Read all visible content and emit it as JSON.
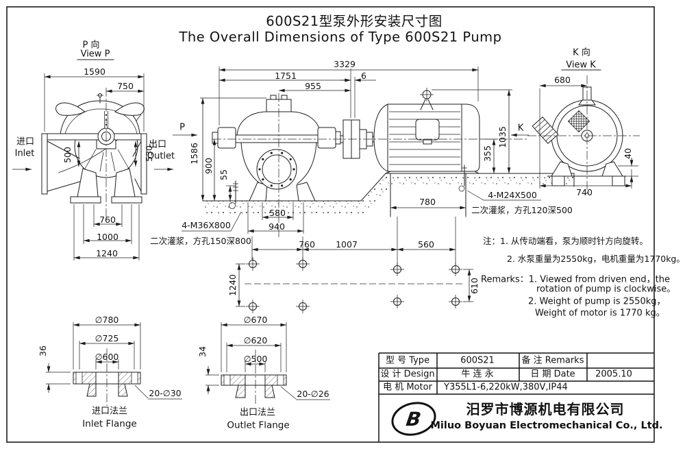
{
  "title": {
    "zh": "600S21型泵外形安装尺寸图",
    "en": "The Overall Dimensions of Type 600S21 Pump"
  },
  "colors": {
    "ink": "#1c1c1c",
    "paper": "#ffffff"
  },
  "view_p": {
    "label_zh": "P 向",
    "label_en": "View P",
    "inlet_zh": "进口",
    "inlet_en": "Inlet",
    "outlet_zh": "出口",
    "outlet_en": "Outlet",
    "dims": {
      "overall": "1590",
      "to_right": "750",
      "inlet_h": "500",
      "outlet_h": "530",
      "bolts_inner": "760",
      "bolts_mid": "1000",
      "bolts_outer": "1240"
    }
  },
  "side": {
    "p": "P",
    "k": "K",
    "dims": {
      "total": "3329",
      "pump_len": "1751",
      "gap": "6",
      "to_coupling": "955",
      "pump_top_h": "1586",
      "shaft_h": "900",
      "bolt_proj": "55",
      "foot_inner": "580",
      "foot_outer": "940",
      "motor_top_h": "1035",
      "motor_shaft_h": "355",
      "motor_base": "780"
    },
    "pump_anchor": "4-M36X800",
    "pump_grout": "二次灌浆，方孔150深800",
    "motor_anchor": "4-M24X500",
    "motor_grout": "二次灌浆，方孔120深500"
  },
  "view_k": {
    "label_zh": "K 向",
    "label_en": "View K",
    "dims": {
      "width": "680",
      "pad_h": "40",
      "base": "740"
    }
  },
  "plan": {
    "dims": {
      "pump_pitch": "760",
      "between": "1007",
      "motor_pitch": "560",
      "pump_span": "1240",
      "motor_span": "610"
    }
  },
  "notes": {
    "zh1": "注：1. 从传动端看，泵为顺时针方向旋转。",
    "zh2": "2. 水泵重量为2550kg，电机重量为1770kg。",
    "en1": "Remarks：1. Viewed from driven end，the",
    "en2": "rotation of pump is  clockwise。",
    "en3": "2. Weight of pump is 2550kg，",
    "en4": "Weight of motor is 1770 kg。"
  },
  "inlet_flange": {
    "od": "∅780",
    "bcd": "∅725",
    "bore": "∅600",
    "thickness": "36",
    "holes": "20-∅30",
    "zh": "进口法兰",
    "en": "Inlet Flange"
  },
  "outlet_flange": {
    "od": "∅670",
    "bcd": "∅620",
    "bore": "∅500",
    "thickness": "34",
    "holes": "20-∅26",
    "zh": "出口法兰",
    "en": "Outlet Flange"
  },
  "block": {
    "type_label": "型 号 Type",
    "type_value": "600S21",
    "remarks_label": "备 注 Remarks",
    "remarks_value": "",
    "design_label": "设 计 Design",
    "design_value": "牛 连 永",
    "date_label": "日 期 Date",
    "date_value": "2005.10",
    "motor_label": "电 机 Motor",
    "motor_value": "Y355L1-6,220kW,380V,IP44",
    "company_zh": "汨罗市博源机电有限公司",
    "company_en": "Miluo Boyuan Electromechanical Co., Ltd.",
    "logo_letter": "B"
  }
}
